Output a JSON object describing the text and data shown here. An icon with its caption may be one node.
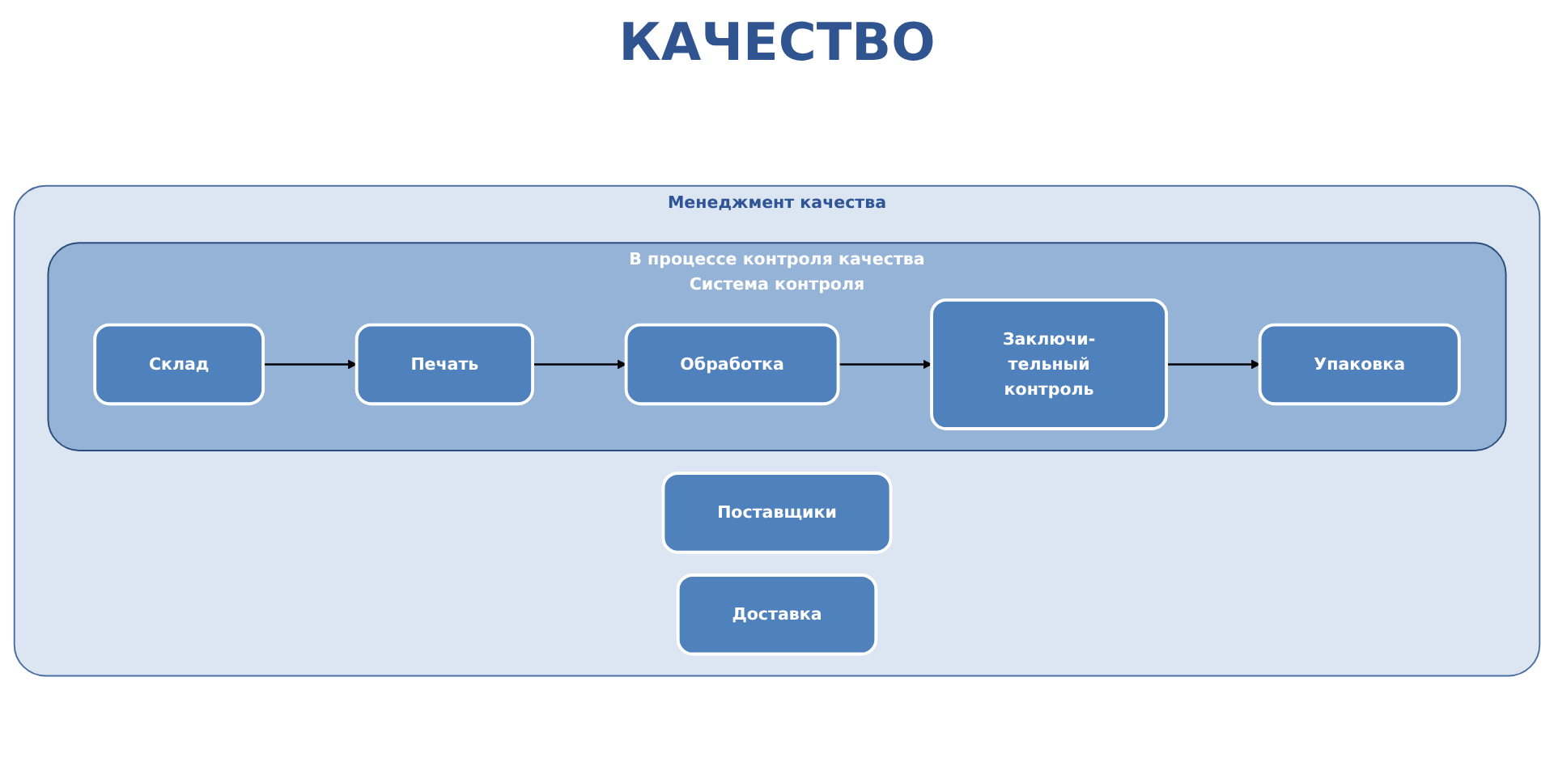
{
  "diagram": {
    "title": "КАЧЕСТВО",
    "nodes": [
      {
        "text": [
          "Менеджмент качества"
        ]
      },
      {
        "text": [
          "Поставщики"
        ],
        "in": 0
      },
      {
        "text": [
          "Доставка"
        ],
        "in": 0
      },
      {
        "text": [
          "В процессе контроля качества",
          "Система контроля"
        ],
        "in": 0
      },
      {
        "text": [
          "Склад"
        ],
        "in": 3
      },
      {
        "text": [
          "Печать"
        ],
        "in": 3
      },
      {
        "text": [
          "Обработка"
        ],
        "in": 3
      },
      {
        "text": [
          "Заключи- тельный контроль"
        ],
        "in": 3
      },
      {
        "text": [
          "Упаковка"
        ],
        "in": 3
      }
    ],
    "edges": [
      {
        "from": 4,
        "to": 5,
        "arrow": "to"
      },
      {
        "from": 5,
        "to": 6,
        "arrow": "to"
      },
      {
        "from": 6,
        "to": 7,
        "arrow": "to"
      },
      {
        "from": 7,
        "to": 8,
        "arrow": "to"
      }
    ]
  }
}
